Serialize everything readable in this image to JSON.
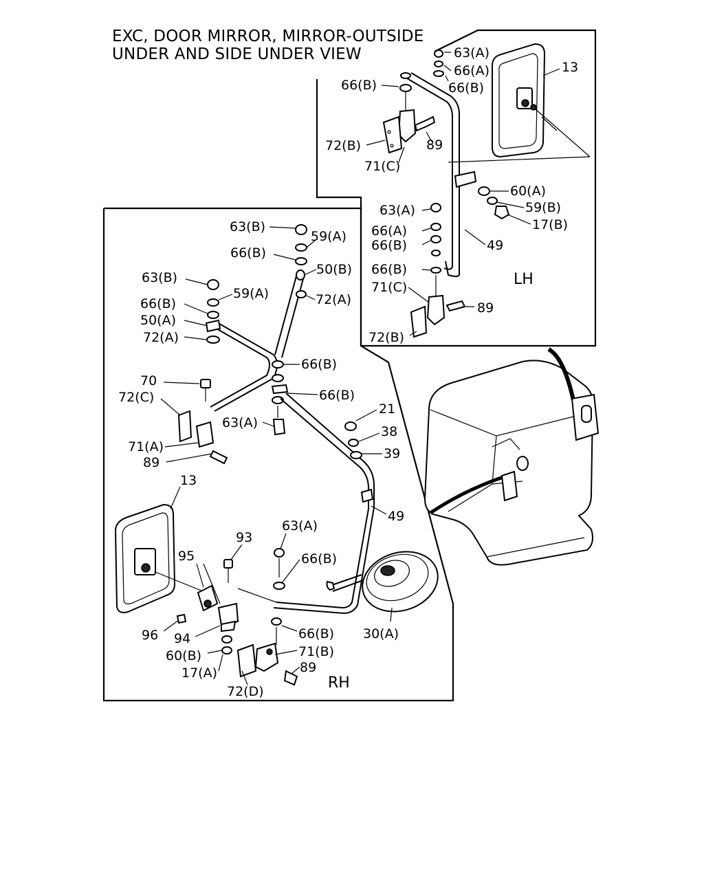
{
  "title": {
    "line1": "EXC, DOOR MIRROR, MIRROR-OUTSIDE",
    "line2": "UNDER AND SIDE UNDER VIEW"
  },
  "views": {
    "lh": "LH",
    "rh": "RH"
  },
  "callouts": {
    "lh": [
      "63(A)",
      "66(A)",
      "66(B)",
      "13",
      "66(B)",
      "72(B)",
      "89",
      "71(C)",
      "60(A)",
      "59(B)",
      "17(B)",
      "63(A)",
      "66(A)",
      "66(B)",
      "49",
      "66(B)",
      "71(C)",
      "89",
      "72(B)"
    ],
    "rh": [
      "63(B)",
      "59(A)",
      "66(B)",
      "50(B)",
      "63(B)",
      "59(A)",
      "72(A)",
      "66(B)",
      "50(A)",
      "72(A)",
      "66(B)",
      "70",
      "66(B)",
      "72(C)",
      "21",
      "63(A)",
      "38",
      "71(A)",
      "39",
      "89",
      "13",
      "49",
      "63(A)",
      "93",
      "95",
      "66(B)",
      "96",
      "66(B)",
      "30(A)",
      "94",
      "71(B)",
      "60(B)",
      "89",
      "17(A)",
      "72(D)"
    ]
  }
}
